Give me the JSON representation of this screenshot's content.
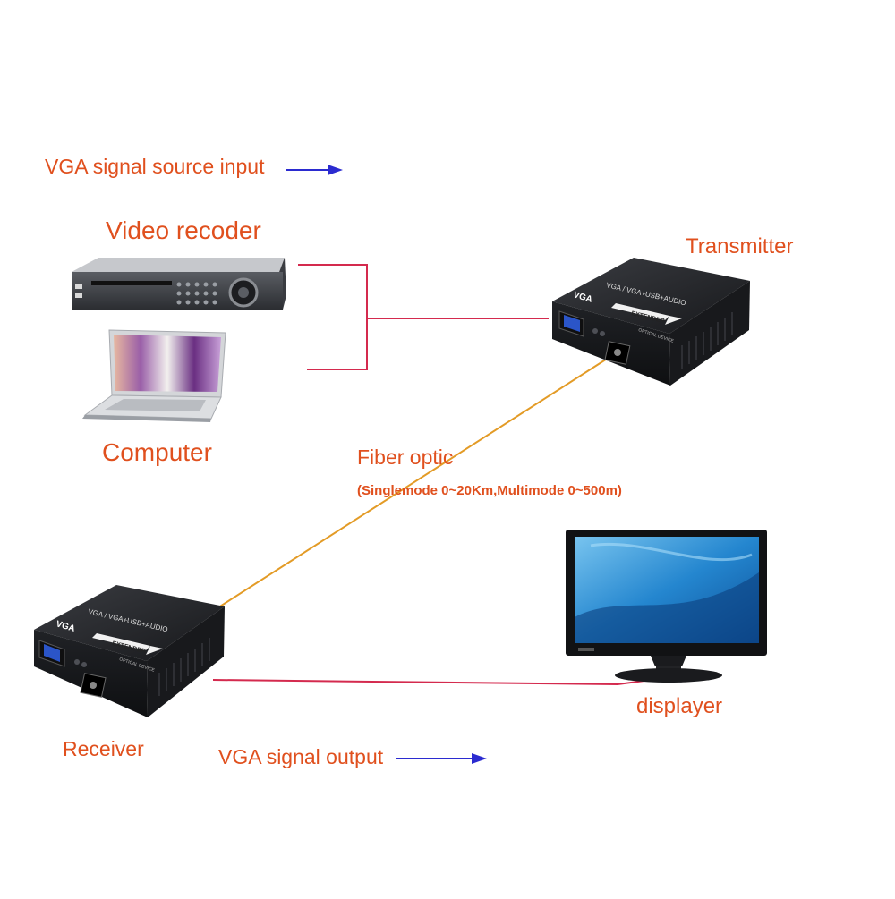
{
  "labels": {
    "source_input": "VGA signal source input",
    "video_recorder": "Video recoder",
    "transmitter": "Transmitter",
    "computer": "Computer",
    "fiber_optic": "Fiber optic",
    "fiber_note": "(Singlemode 0~20Km,Multimode 0~500m)",
    "displayer": "displayer",
    "receiver": "Receiver",
    "signal_output": "VGA signal output"
  },
  "device": {
    "badge": "VGA",
    "model": "VGA / VGA+USB+AUDIO",
    "band": "EXTENDER",
    "small": "OPTICAL DEVICE"
  },
  "colors": {
    "label_text": "#e0501e",
    "vga_cable": "#d42a4e",
    "fiber_cable": "#e39b26",
    "arrow": "#2b2bd0",
    "device_body": "#2a2c30"
  }
}
